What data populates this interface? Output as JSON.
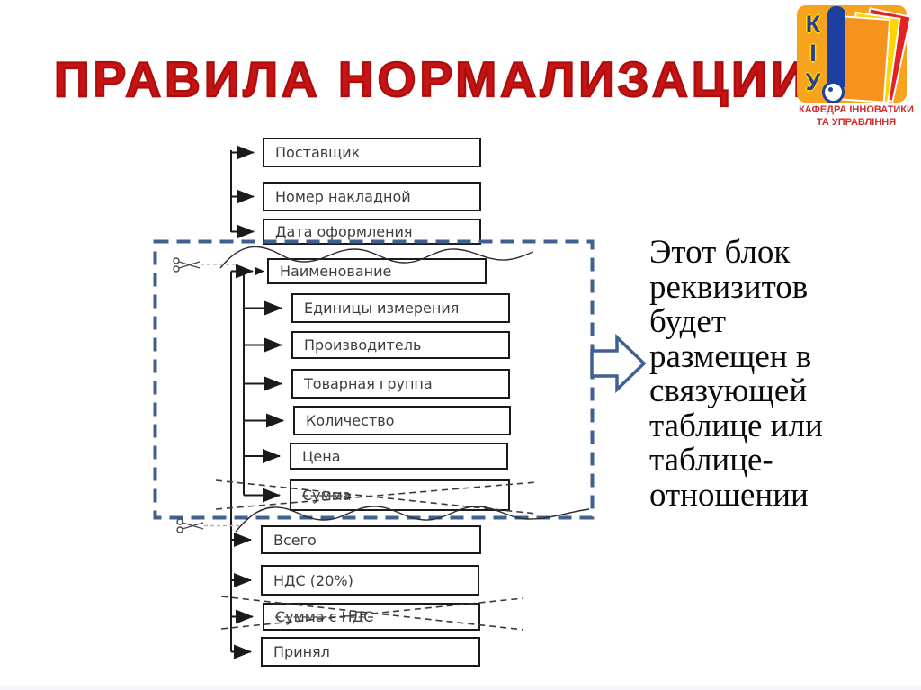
{
  "title": "ПРАВИЛА НОРМАЛИЗАЦИИ",
  "logo": {
    "acronym": "КІУ",
    "caption": "КАФЕДРА ІННОВАТИКИ\nТА УПРАВЛІННЯ"
  },
  "diagram": {
    "boxes": [
      {
        "id": "supplier",
        "label": "Поставщик",
        "struck": false
      },
      {
        "id": "invoice-number",
        "label": "Номер накладной",
        "struck": false
      },
      {
        "id": "registration-date",
        "label": "Дата оформления",
        "struck": false
      },
      {
        "id": "name",
        "label": "Наименование",
        "struck": false
      },
      {
        "id": "units",
        "label": "Единицы измерения",
        "struck": false
      },
      {
        "id": "manufacturer",
        "label": "Производитель",
        "struck": false
      },
      {
        "id": "product-group",
        "label": "Товарная группа",
        "struck": false
      },
      {
        "id": "quantity",
        "label": "Количество",
        "struck": false
      },
      {
        "id": "price",
        "label": "Цена",
        "struck": false
      },
      {
        "id": "sum",
        "label": "Сумма",
        "struck": true
      },
      {
        "id": "total",
        "label": "Всего",
        "struck": false
      },
      {
        "id": "vat",
        "label": "НДС (20%)",
        "struck": false
      },
      {
        "id": "sum-with-vat",
        "label": "Сумма с НДС",
        "struck": true
      },
      {
        "id": "accepted",
        "label": "Принял",
        "struck": false
      }
    ],
    "note": "Этот блок\nреквизитов\nбудет\nразмещен в\nсвязующей\nтаблице или\nтаблице-\nотношении"
  },
  "colors": {
    "title_red": "#c61414",
    "dashed_border_blue": "#40618f",
    "block_arrow_blue": "#3f6191",
    "box_border": "#1a1a1a",
    "logo_orange": "#f6a41d",
    "logo_blue": "#2b3f94",
    "logo_red": "#e32226",
    "logo_yellow": "#ffd400",
    "caption_red": "#cf2e2e"
  }
}
